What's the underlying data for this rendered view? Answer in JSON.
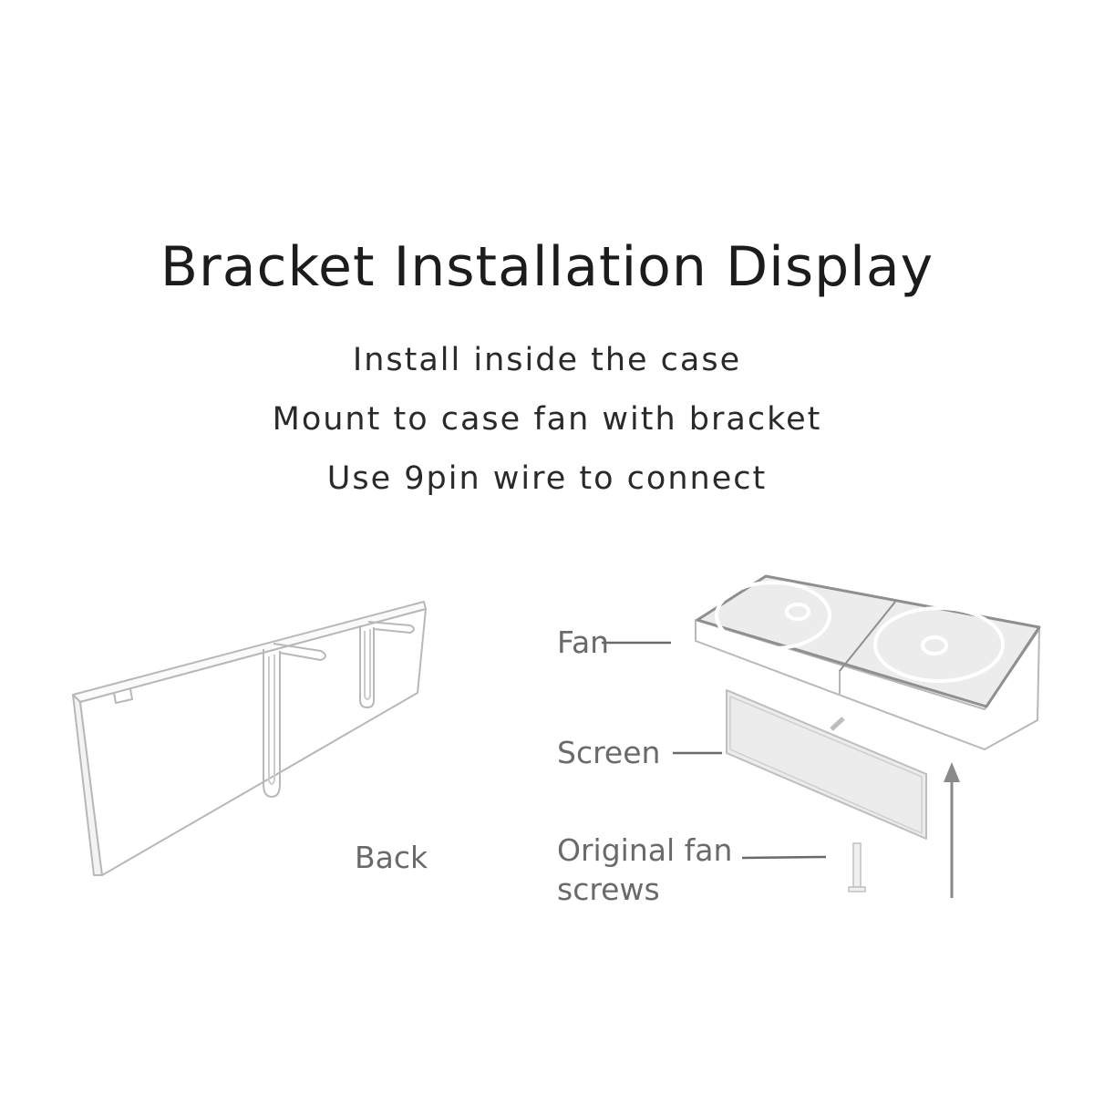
{
  "title": "Bracket Installation Display",
  "subtitles": [
    "Install inside the case",
    "Mount to case fan with bracket",
    "Use 9pin wire to connect"
  ],
  "left_figure": {
    "label": "Back"
  },
  "right_figure": {
    "labels": {
      "fan": "Fan",
      "screen": "Screen",
      "screws_line1": "Original fan",
      "screws_line2": "screws"
    }
  },
  "colors": {
    "line": "#b5b5b5",
    "fill": "#ebebeb",
    "text": "#1c1c1c",
    "label": "#6a6a6a"
  }
}
